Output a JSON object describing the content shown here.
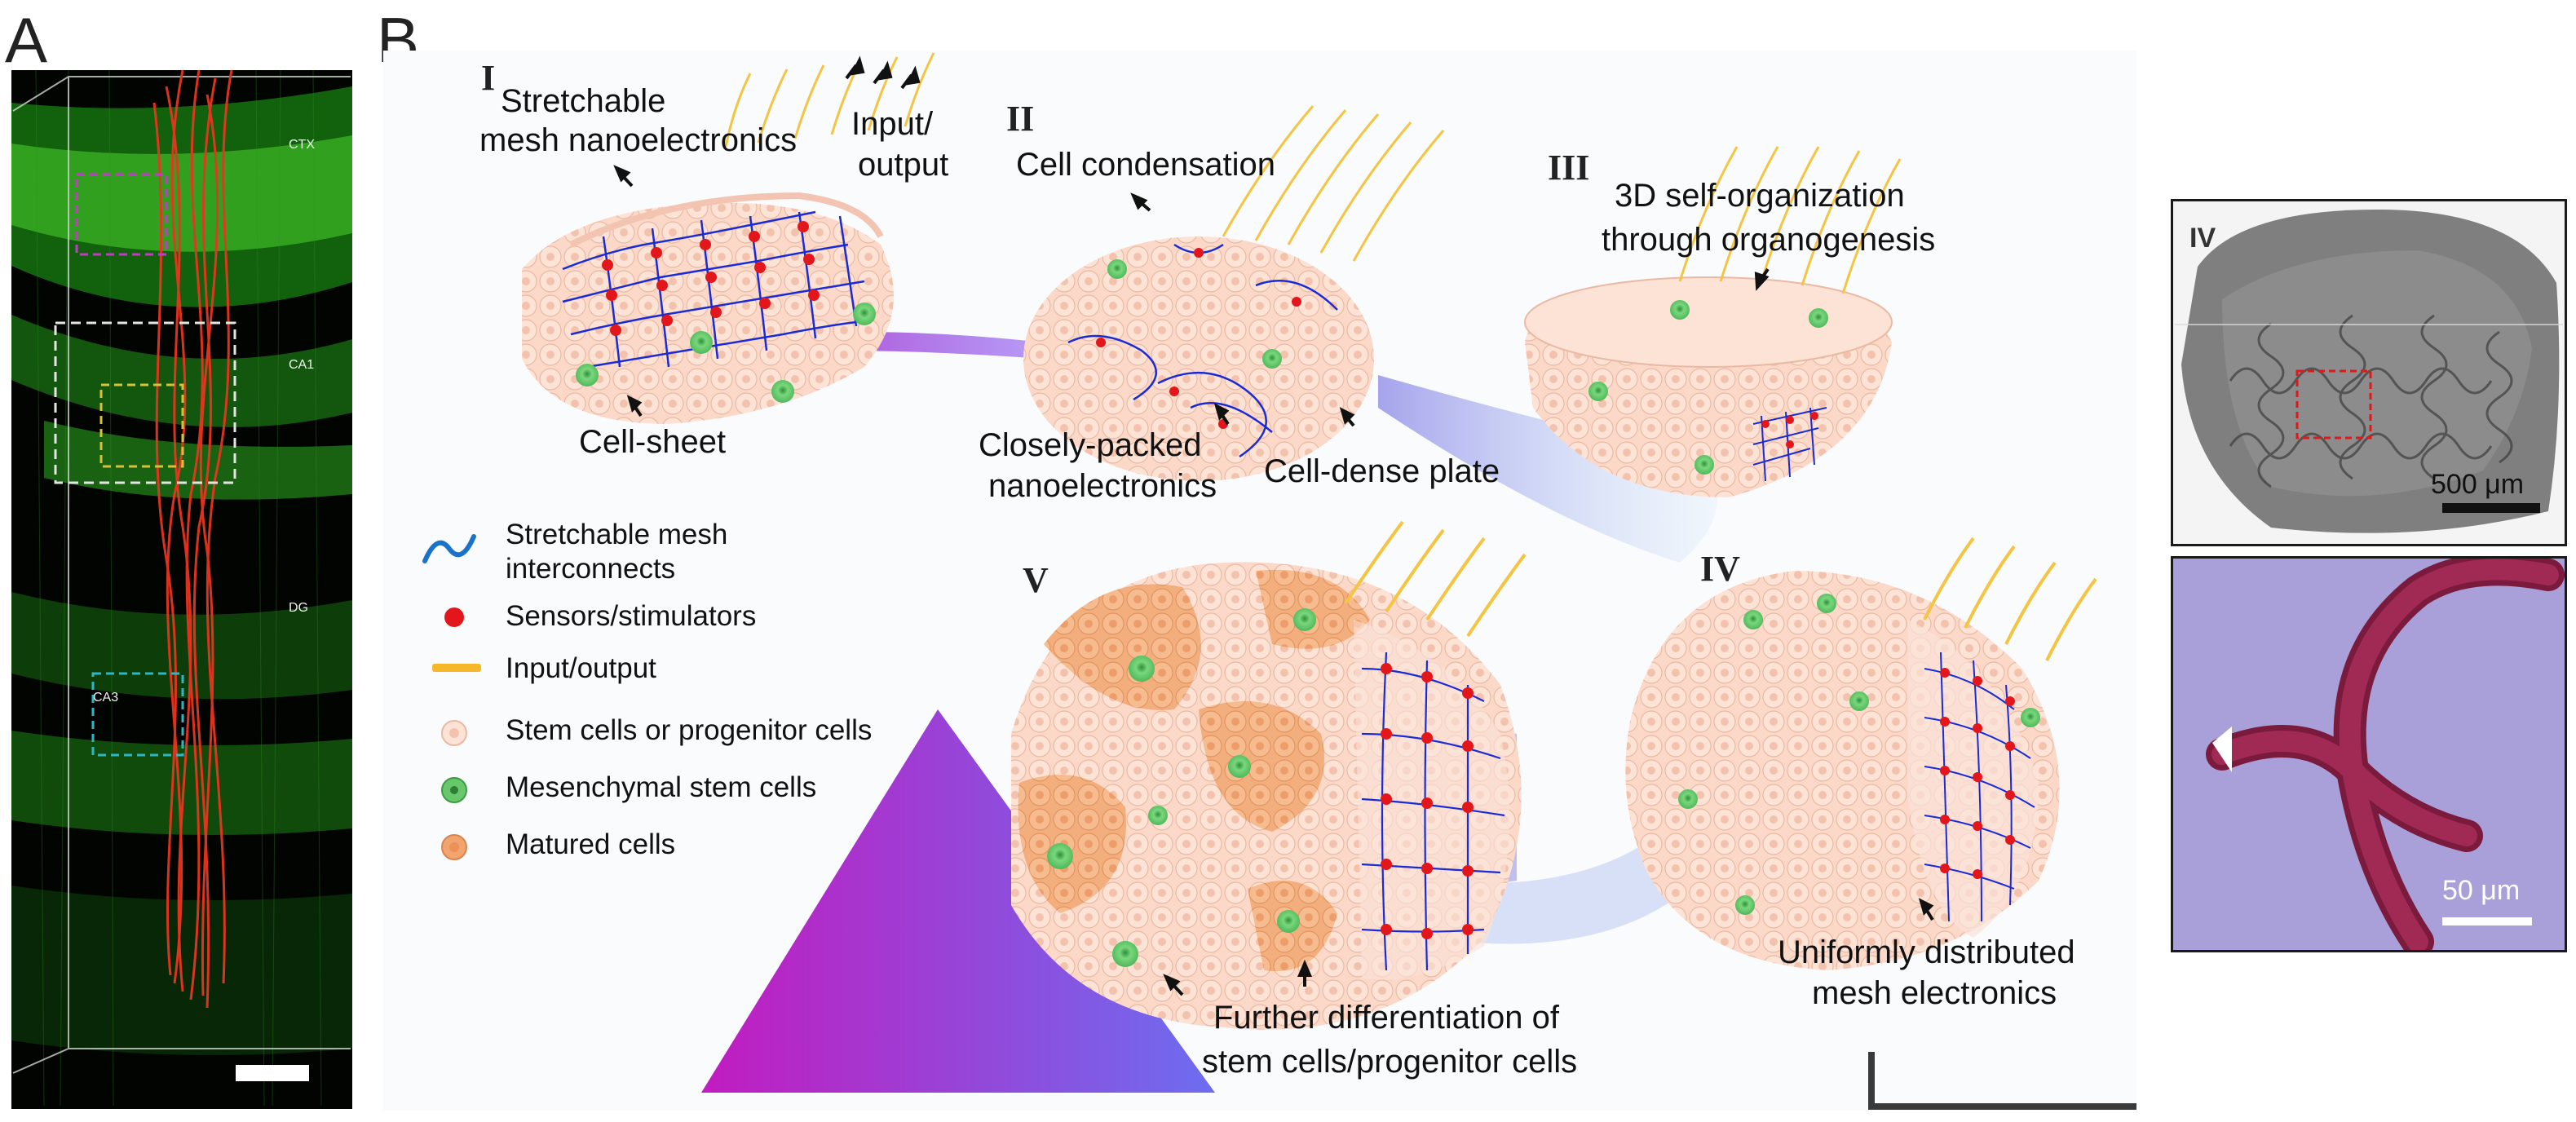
{
  "panels": {
    "a": "A",
    "b": "B"
  },
  "panel_a": {
    "regions": [
      "CTX",
      "CA1",
      "DG",
      "CA3"
    ]
  },
  "panel_b": {
    "stages": {
      "s1": "I",
      "s2": "II",
      "s3": "III",
      "s4": "IV",
      "s5": "V"
    },
    "labels": {
      "mesh_nano_1": "Stretchable",
      "mesh_nano_2": "mesh nanoelectronics",
      "io_1": "Input/",
      "io_2": "output",
      "cell_condensation": "Cell condensation",
      "self_org_1": "3D self-organization",
      "self_org_2": "through organogenesis",
      "cell_sheet": "Cell-sheet",
      "closely_1": "Closely-packed",
      "closely_2": "nanoelectronics",
      "dense_plate": "Cell-dense plate",
      "further_1": "Further differentiation of",
      "further_2": "stem cells/progenitor cells",
      "uniform_1": "Uniformly distributed",
      "uniform_2": "mesh electronics"
    },
    "legend": [
      {
        "icon": "wave-icon",
        "text": "Stretchable mesh",
        "text2": "interconnects"
      },
      {
        "icon": "red-dot-icon",
        "text": "Sensors/stimulators"
      },
      {
        "icon": "yellow-bar-icon",
        "text": "Input/output"
      },
      {
        "icon": "stem-cell-icon",
        "text": "Stem cells or progenitor cells"
      },
      {
        "icon": "mesenchymal-cell-icon",
        "text": "Mesenchymal stem cells"
      },
      {
        "icon": "matured-cell-icon",
        "text": "Matured cells"
      }
    ]
  },
  "panel_c": {
    "stage_top": "IV",
    "scale_top": "500 μm",
    "scale_bottom": "50 μm"
  },
  "colors": {
    "mesh_blue": "#1a2bd6",
    "sensor_red": "#e3161b",
    "io_yellow": "#f6c443",
    "stem_cell": "#fbd6c4",
    "mesenchymal": "#67c76b",
    "matured": "#f2a46e",
    "purple": "#b21fc1",
    "lavender": "#8a86e6"
  }
}
